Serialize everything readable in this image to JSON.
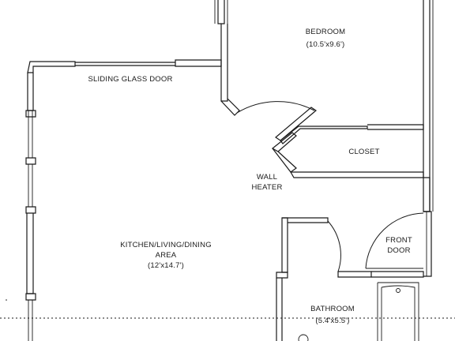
{
  "floor_plan": {
    "rooms": {
      "bedroom": {
        "name": "BEDROOM",
        "size": "(10.5'x9.6')"
      },
      "closet": {
        "name": "CLOSET"
      },
      "kitchen": {
        "name_line1": "KITCHEN/LIVING/DINING",
        "name_line2": "AREA",
        "size": "(12'x14.7')"
      },
      "bathroom": {
        "name": "BATHROOM",
        "size": "(5.4'x5.5')"
      }
    },
    "fixtures": {
      "sliding_door": "SLIDING GLASS DOOR",
      "wall_heater_line1": "WALL",
      "wall_heater_line2": "HEATER",
      "front_door_line1": "FRONT",
      "front_door_line2": "DOOR"
    }
  }
}
